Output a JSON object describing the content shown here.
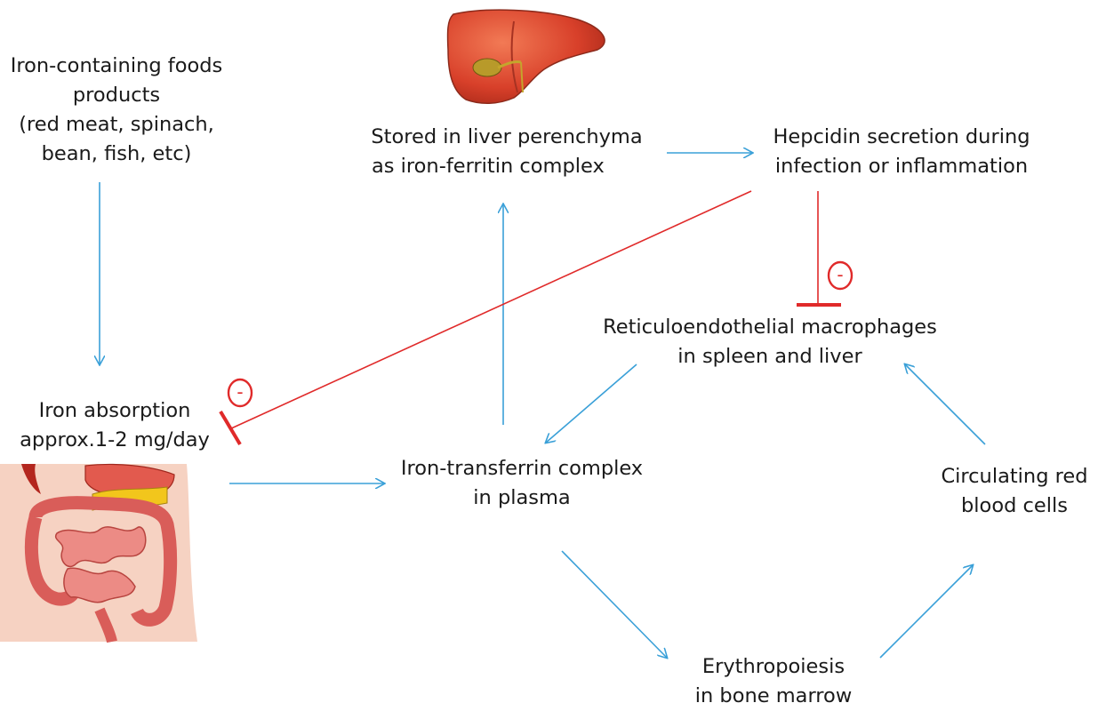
{
  "nodes": {
    "foods": {
      "lines": [
        "Iron-containing foods",
        "products",
        "(red meat, spinach,",
        "bean, fish, etc)"
      ]
    },
    "absorption": {
      "lines": [
        "Iron absorption",
        "approx.1-2 mg/day"
      ]
    },
    "liver_store": {
      "lines": [
        "Stored in liver perenchyma",
        "as iron-ferritin complex"
      ]
    },
    "hepcidin": {
      "lines": [
        "Hepcidin secretion during",
        "infection or inflammation"
      ]
    },
    "macrophages": {
      "lines": [
        "Reticuloendothelial macrophages",
        "in spleen and liver"
      ]
    },
    "transferrin": {
      "lines": [
        "Iron-transferrin complex",
        "in plasma"
      ]
    },
    "rbc": {
      "lines": [
        "Circulating red",
        "blood cells"
      ]
    },
    "erythropoiesis": {
      "lines": [
        "Erythropoiesis",
        "in bone marrow"
      ]
    }
  },
  "inhibition_symbol": "-",
  "colors": {
    "arrow": "#3aa0d8",
    "inhibit": "#e02a2a",
    "liver": "#d8402a",
    "intestine": "#e07870"
  },
  "icons": [
    "liver-illustration",
    "abdomen-illustration"
  ]
}
